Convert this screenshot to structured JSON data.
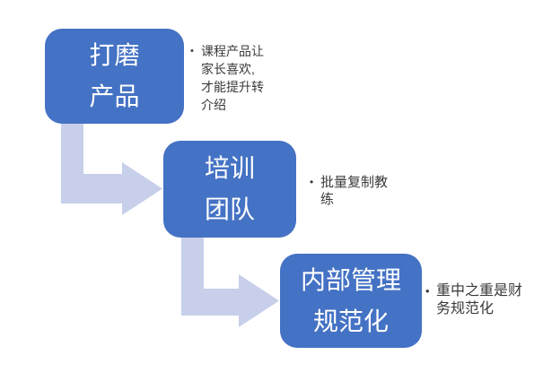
{
  "diagram": {
    "type": "step-down-process-flowchart",
    "colors": {
      "box": "#4472C4",
      "box_text": "#FFFFFF",
      "arrow": "#C7CFEA",
      "bullet_text": "#3A3A3A",
      "background": "#FFFFFF"
    },
    "bullet_glyph": "•",
    "steps": [
      {
        "title": "打磨产品",
        "title_lines": [
          "打磨",
          "产品"
        ],
        "note": "课程产品让家长喜欢,才能提升转介绍",
        "note_lines": [
          "课程产品让",
          "家长喜欢,",
          "才能提升转",
          "介绍"
        ]
      },
      {
        "title": "培训团队",
        "title_lines": [
          "培训",
          "团队"
        ],
        "note": "批量复制教练",
        "note_lines": [
          "批量复制教",
          "练"
        ]
      },
      {
        "title": "内部管理规范化",
        "title_lines": [
          "内部管理",
          "规范化"
        ],
        "note": "重中之重是财务规范化",
        "note_lines": [
          "重中之重是财",
          "务规范化"
        ]
      }
    ]
  }
}
